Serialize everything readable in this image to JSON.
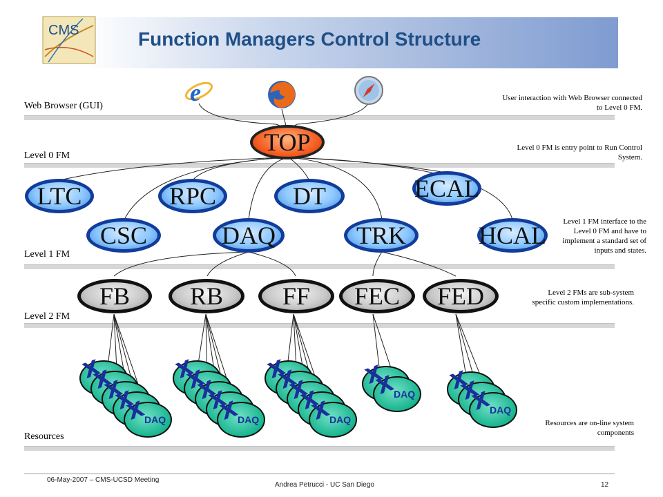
{
  "header": {
    "title": "Function Managers Control Structure",
    "logo_text": "CMS"
  },
  "levels": {
    "web": "Web Browser (GUI)",
    "l0": "Level 0 FM",
    "l1": "Level 1 FM",
    "l2": "Level 2 FM",
    "res": "Resources"
  },
  "notes": {
    "web": "User interaction with Web Browser connected to Level 0 FM.",
    "l0": "Level 0 FM  is entry point to Run Control System.",
    "l1": "Level 1 FM  interface to the Level 0 FM and have to implement a standard set of inputs and states.",
    "l2": "Level 2 FMs are sub-system specific custom implementations.",
    "res": "Resources are on-line system components"
  },
  "nodes": {
    "top": "TOP",
    "ltc": "LTC",
    "rpc": "RPC",
    "dt": "DT",
    "ecal": "ECAL",
    "csc": "CSC",
    "daq": "DAQ",
    "trk": "TRK",
    "hcal": "HCAL",
    "fb": "FB",
    "rb": "RB",
    "ff": "FF",
    "fec": "FEC",
    "fed": "FED"
  },
  "resource_label": "DAQ",
  "footer": {
    "date": "06-May-2007 – CMS-UCSD Meeting",
    "author": "Andrea Petrucci - UC San Diego",
    "page": "12"
  },
  "browser_icons": [
    "internet-explorer-icon",
    "firefox-icon",
    "safari-icon"
  ]
}
